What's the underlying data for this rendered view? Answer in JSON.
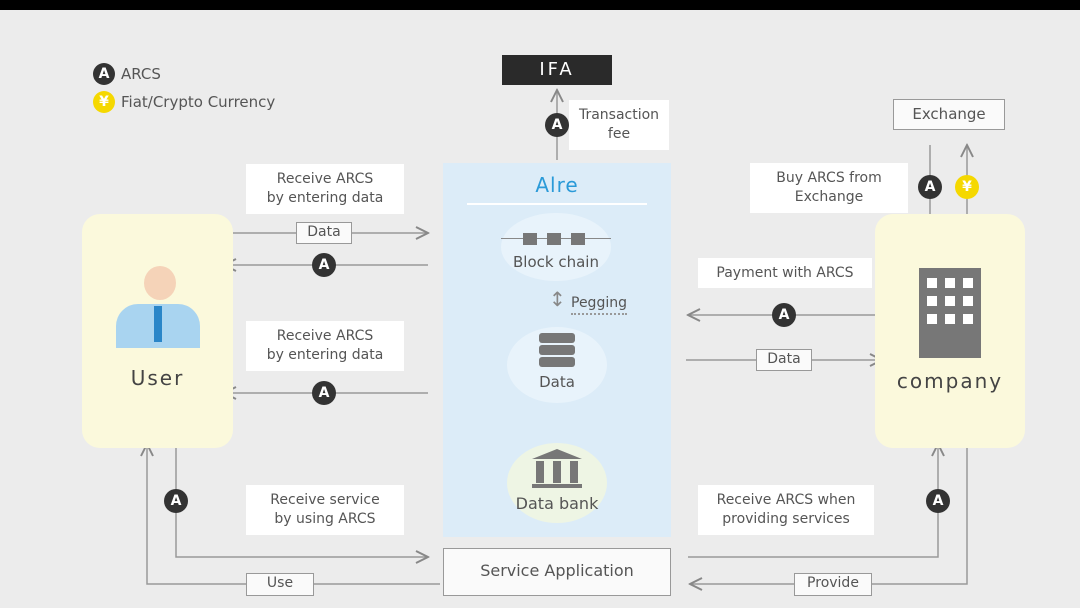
{
  "legend": {
    "arcs": "ARCS",
    "fiat": "Fiat/Crypto Currency",
    "arcs_symbol": "A",
    "fiat_symbol": "¥"
  },
  "ifa": "IFA",
  "transaction_fee": "Transaction fee",
  "exchange": "Exchange",
  "buy_arcs": "Buy ARCS from Exchange",
  "alre": {
    "title": "Alre",
    "blockchain": "Block chain",
    "pegging": "Pegging",
    "data": "Data",
    "databank": "Data bank"
  },
  "user": "User",
  "company": "company",
  "left": {
    "receive1": "Receive ARCS by entering data",
    "data_tag": "Data",
    "receive2": "Receive ARCS by entering data",
    "receive_service": "Receive  service by using ARCS",
    "use": "Use"
  },
  "right": {
    "payment": "Payment with ARCS",
    "data_tag": "Data",
    "receive_when": "Receive ARCS when providing services",
    "provide": "Provide"
  },
  "service_app": "Service Application",
  "colors": {
    "panel": "#dcecf8",
    "party": "#fbf9dc",
    "coin": "#333333",
    "yen": "#f5d800",
    "alre_title": "#2a9ad8"
  }
}
